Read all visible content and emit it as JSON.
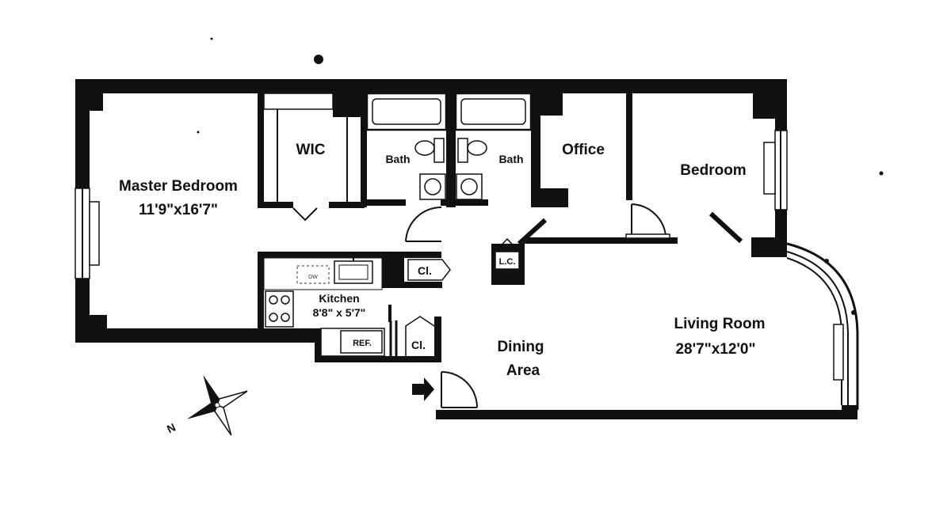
{
  "rooms": {
    "master_bedroom": {
      "name": "Master Bedroom",
      "size": "11'9\"x16'7\""
    },
    "wic": {
      "name": "WIC"
    },
    "bath_1": {
      "name": "Bath"
    },
    "bath_2": {
      "name": "Bath"
    },
    "office": {
      "name": "Office"
    },
    "bedroom": {
      "name": "Bedroom"
    },
    "kitchen": {
      "name": "Kitchen",
      "size": "8'8\" x 5'7\""
    },
    "living_room": {
      "name": "Living Room",
      "size": "28'7\"x12'0\""
    },
    "dining_area": {
      "name": "Dining",
      "name_line2": "Area"
    }
  },
  "fixtures": {
    "closet_1": "Cl.",
    "closet_2": "Cl.",
    "linen_closet": "L.C.",
    "refrigerator": "REF.",
    "dishwasher": "DW"
  },
  "compass": {
    "north_label": "N"
  },
  "colors": {
    "walls": "#111111",
    "background": "#ffffff"
  }
}
